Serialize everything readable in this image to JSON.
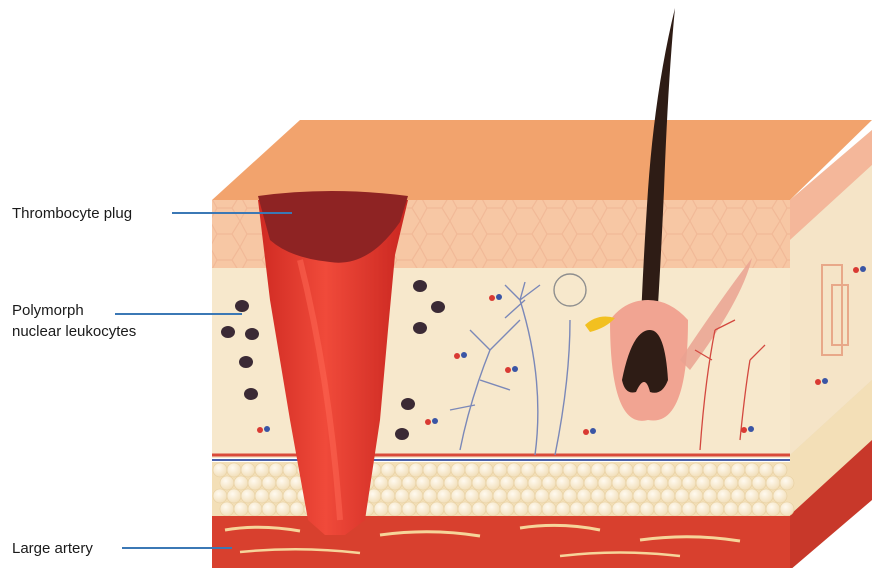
{
  "labels": {
    "thrombocyte_plug": "Thrombocyte plug",
    "leukocytes_line1": "Polymorph",
    "leukocytes_line2": "nuclear leukocytes",
    "large_artery": "Large artery"
  },
  "colors": {
    "leader_line": "#3b78b5",
    "epidermis_top": "#f2a36d",
    "epidermis": "#f7c7a4",
    "dermis": "#f7e8cc",
    "fat": "#fdf5e3",
    "artery_layer": "#d8402e",
    "vessel": "#e3372b",
    "plug": "#8e2323",
    "hair": "#2e1c15"
  },
  "icons": [
    "leukocyte-icon",
    "red-blood-cell-icon",
    "nerve-ending-icon",
    "hair-icon",
    "sebaceous-gland-icon"
  ]
}
